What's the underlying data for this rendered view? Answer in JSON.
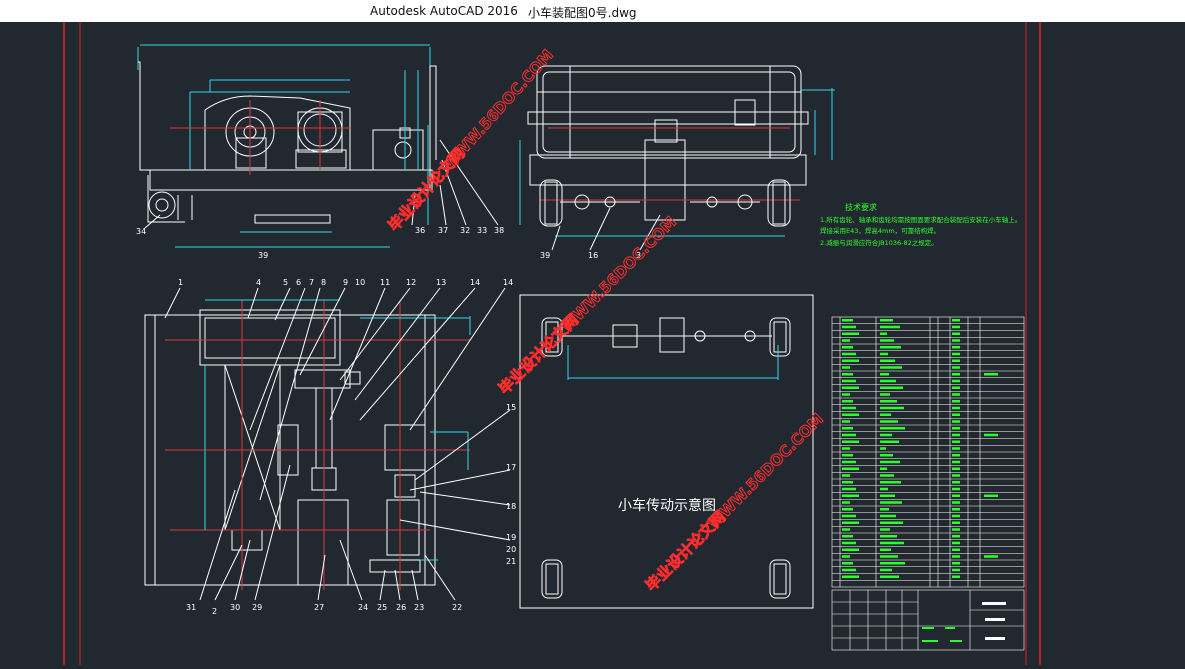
{
  "window": {
    "app_title": "Autodesk AutoCAD 2016",
    "file_name": "小车装配图0号.dwg"
  },
  "colors": {
    "background": "#212830",
    "frame": "#e0202a",
    "line": "#ffffff",
    "dim": "#33d6e6",
    "center": "#d83a3a",
    "note": "#2aff2a"
  },
  "drawing": {
    "schematic_title": "小车传动示意图",
    "tech_notes": {
      "title": "技术要求",
      "lines": [
        "1.所有齿轮、轴承和齿轮均需按图面要求配合装配后安装在小车轴上。",
        "焊接采用E43，焊高4mm，可靠结构焊。",
        "2.减振与润滑应符合JB1036-82之规定。"
      ]
    },
    "top_view_labels": [
      "34",
      "39",
      "36",
      "37",
      "32",
      "33",
      "38"
    ],
    "side_view_labels": [
      "39",
      "16",
      "3"
    ],
    "plan_top_labels": [
      "1",
      "4",
      "5",
      "6",
      "7",
      "8",
      "9",
      "10",
      "11",
      "12",
      "13",
      "14"
    ],
    "plan_right_labels": [
      "15",
      "17",
      "18",
      "19",
      "20",
      "21"
    ],
    "plan_bottom_labels": [
      "31",
      "2",
      "30",
      "29",
      "27",
      "24",
      "25",
      "26",
      "23",
      "22"
    ]
  },
  "watermarks": {
    "site": "WWW.56DOC.COM",
    "slogan": "毕业设计论文网"
  }
}
